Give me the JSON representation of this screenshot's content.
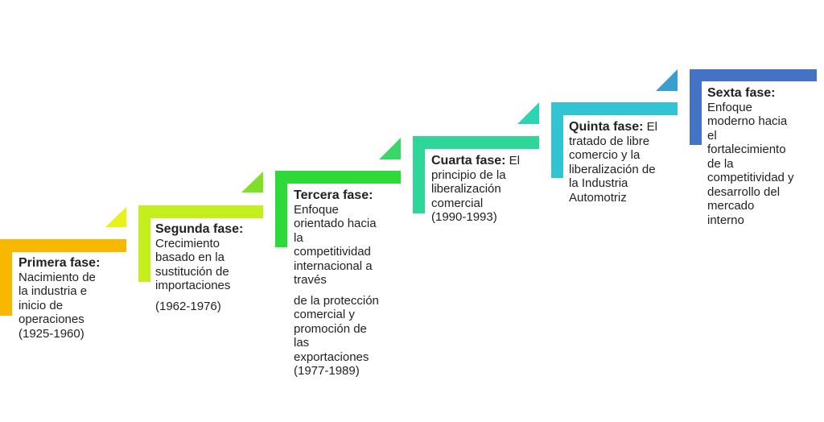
{
  "phases": [
    {
      "title": "Primera fase:",
      "lines": [
        "Nacimiento de",
        "la industria e",
        "inicio de",
        "operaciones",
        "(1925-1960)"
      ],
      "color": "#f9b800"
    },
    {
      "title": "Segunda fase:",
      "lines": [
        "Crecimiento",
        "basado en la",
        "sustitución de",
        "importaciones"
      ],
      "extra": "(1962-1976)",
      "color": "#c4ef1c"
    },
    {
      "title": "Tercera fase:",
      "lines": [
        "Enfoque",
        "orientado hacia",
        "la",
        "competitividad",
        "internacional a",
        "través"
      ],
      "extra_lines": [
        "de la protección",
        "comercial y",
        "promoción de",
        "las",
        "exportaciones",
        "(1977-1989)"
      ],
      "color": "#2ed93a"
    },
    {
      "title": "Cuarta fase:",
      "inline": "El",
      "lines": [
        "principio de la",
        "liberalización",
        "comercial",
        "(1990-1993)"
      ],
      "color": "#2ed69a"
    },
    {
      "title": "Quinta fase:",
      "inline": "El",
      "lines": [
        "tratado de libre",
        "comercio y la",
        "liberalización de",
        "la Industria",
        "Automotriz"
      ],
      "color": "#33c4d4"
    },
    {
      "title": "Sexta fase:",
      "lines": [
        "Enfoque",
        "moderno hacia",
        "el",
        "fortalecimiento",
        "de la",
        "competitividad y",
        "desarrollo del",
        "mercado",
        "interno"
      ],
      "color": "#4472c4"
    }
  ]
}
